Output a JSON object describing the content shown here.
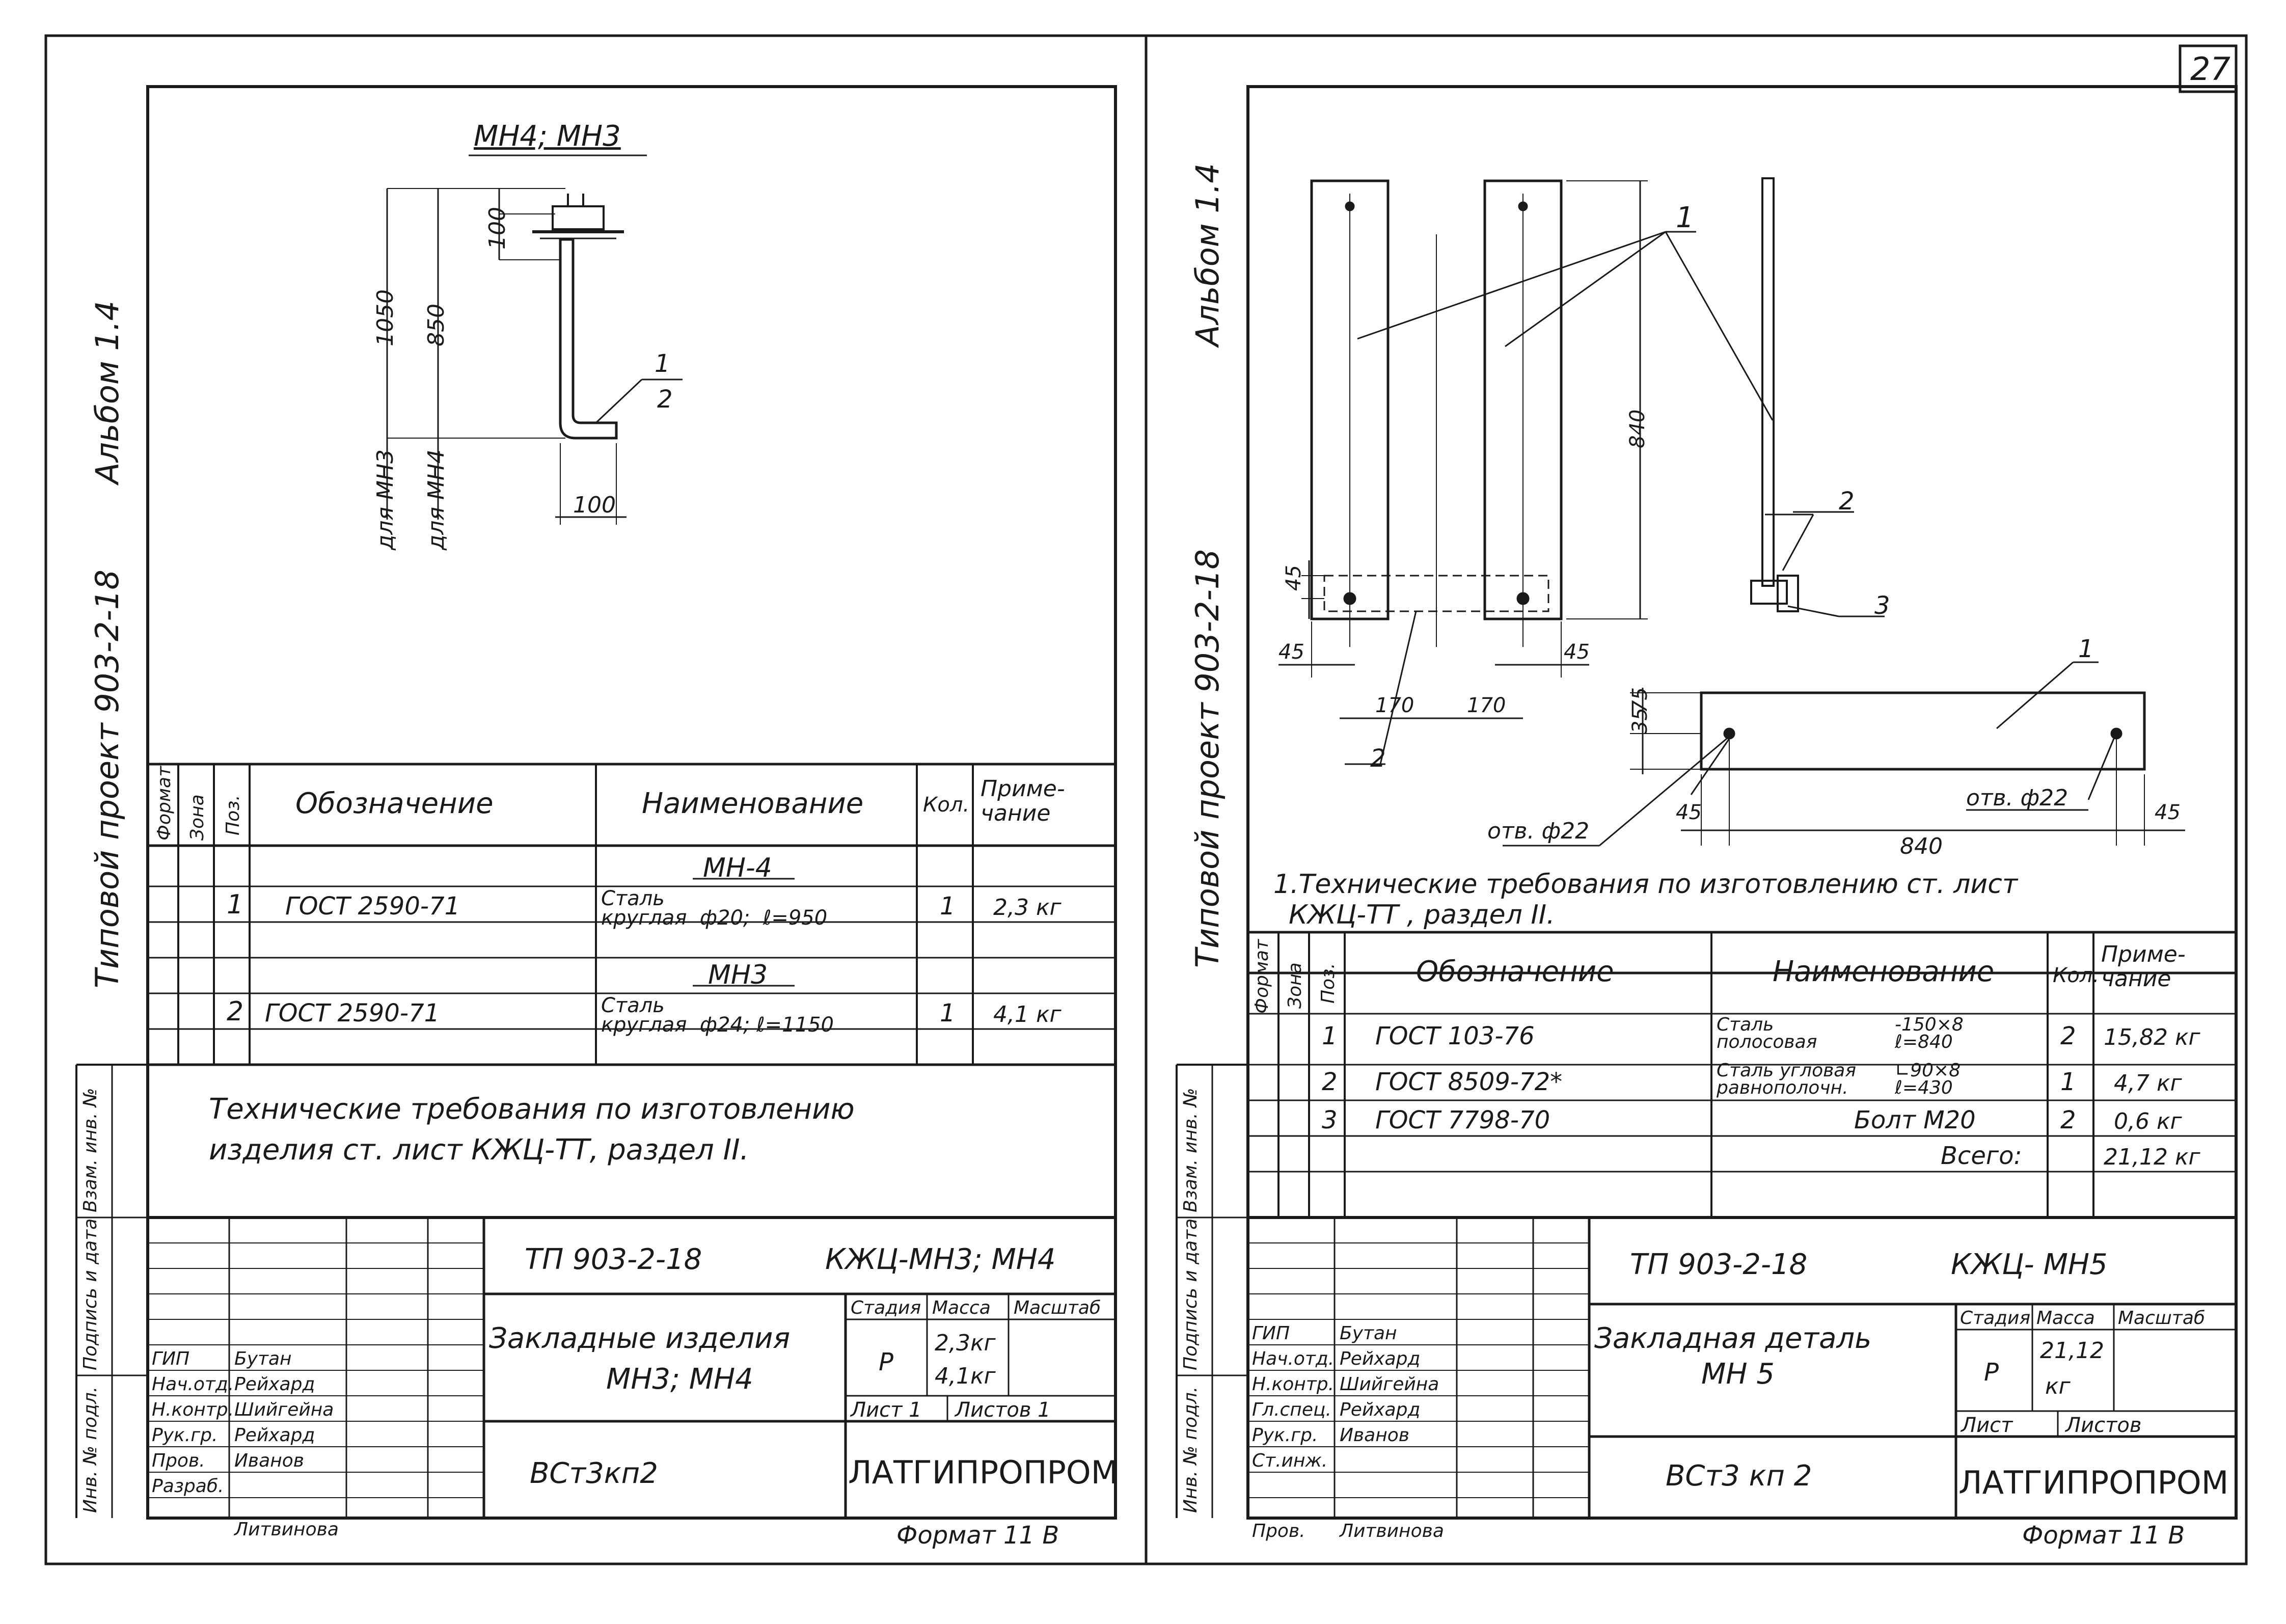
{
  "page_number": "27",
  "left": {
    "album": "Альбом 1.4",
    "project": "Типовой проект 903-2-18",
    "drawing_title": "МН4; МН3",
    "dims": {
      "d1050": "1050",
      "d850": "850",
      "d100_top": "100",
      "d100_bottom": "100",
      "for_mn3": "для МН3",
      "for_mn4": "для МН4"
    },
    "callout": {
      "pos": "1",
      "sub": "2"
    },
    "table_headers": {
      "format": "Формат",
      "zone": "Зона",
      "pos": "Поз.",
      "designation": "Обозначение",
      "name": "Наименование",
      "qty": "Кол.",
      "note": "Приме-\nчание"
    },
    "rows": [
      {
        "name": "МН-4"
      },
      {
        "pos": "1",
        "designation": "ГОСТ 2590-71",
        "name": "Сталь\nкруглая  ф20;  ℓ=950",
        "qty": "1",
        "note": "2,3 кг"
      },
      {
        "name": "МН3"
      },
      {
        "pos": "2",
        "designation": "ГОСТ 2590-71",
        "name": "Сталь\nкруглая  ф24; ℓ=1150",
        "qty": "1",
        "note": "4,1 кг"
      }
    ],
    "tech_req_line1": "Технические  требования  по изготовлению",
    "tech_req_line2": "изделия  ст. лист   КЖЦ-ТТ, раздел  II.",
    "stamp": {
      "code": "ТП 903-2-18",
      "sheet_code": "КЖЦ-МН3; МН4",
      "title_line1": "Закладные  изделия",
      "title_line2": "МН3; МН4",
      "stage_h": "Стадия",
      "mass_h": "Масса",
      "scale_h": "Масштаб",
      "stage": "Р",
      "mass1": "2,3кг",
      "mass2": "4,1кг",
      "sheet": "Лист 1",
      "sheets": "Листов 1",
      "material": "ВСт3кп2",
      "org": "ЛАТГИПРОПРОМ",
      "roles": [
        "ГИП",
        "Нач.отд.",
        "Н.контр.",
        "Рук.гр.",
        "Пров.",
        "Разраб."
      ],
      "names": [
        "Бутан",
        "Рейхард",
        "Шийгейна",
        "Рейхард",
        "Иванов",
        "Литвинова"
      ]
    },
    "format": "Формат  11 В",
    "side_labels": [
      "Инв. № подл.",
      "Подпись и дата",
      "Взам. инв. №"
    ]
  },
  "right": {
    "album": "Альбом 1.4",
    "project": "Типовой проект 903-2-18",
    "dims": {
      "d840v": "840",
      "d45a": "45",
      "d45b": "45",
      "d45c": "45",
      "d170a": "170",
      "d170b": "170",
      "d840h": "840",
      "d45d": "45",
      "d45e": "45",
      "d35": "35",
      "d75": "75"
    },
    "callouts": {
      "c1": "1",
      "c2": "2",
      "c3": "3",
      "c1b": "1",
      "c2b": "2"
    },
    "hole_left": "отв. ф22",
    "hole_right": "отв. ф22",
    "note": "1.Технические  требования  по изготовлению   ст. лист",
    "note2": "КЖЦ-ТТ   , раздел  II.",
    "table_headers": {
      "format": "Формат",
      "zone": "Зона",
      "pos": "Поз.",
      "designation": "Обозначение",
      "name": "Наименование",
      "qty": "Кол.",
      "note": "Приме-\nчание"
    },
    "rows": [
      {
        "pos": "1",
        "designation": "ГОСТ  103-76",
        "name_a": "Сталь\nполосовая",
        "name_b": "-150×8\nℓ=840",
        "qty": "2",
        "note": "15,82 кг"
      },
      {
        "pos": "2",
        "designation": "ГОСТ  8509-72*",
        "name_a": "Сталь угловая\nравнополочн.",
        "name_b": "∟90×8\nℓ=430",
        "qty": "1",
        "note": "4,7 кг"
      },
      {
        "pos": "3",
        "designation": "ГОСТ  7798-70",
        "name_a": "Болт  М20",
        "name_b": "",
        "qty": "2",
        "note": "0,6 кг"
      },
      {
        "pos": "",
        "designation": "",
        "name_a": "Всего:",
        "name_b": "",
        "qty": "",
        "note": "21,12 кг"
      }
    ],
    "stamp": {
      "code": "ТП 903-2-18",
      "sheet_code": "КЖЦ- МН5",
      "title_line1": "Закладная  деталь",
      "title_line2": "МН 5",
      "stage_h": "Стадия",
      "mass_h": "Масса",
      "scale_h": "Масштаб",
      "stage": "Р",
      "mass1": "21,12",
      "mass2": "кг",
      "sheet": "Лист",
      "sheets": "Листов",
      "material": "ВСт3 кп 2",
      "org": "ЛАТГИПРОПРОМ",
      "roles": [
        "ГИП",
        "Нач.отд.",
        "Н.контр.",
        "Гл.спец.",
        "Рук.гр.",
        "Ст.инж.",
        "Пров."
      ],
      "names": [
        "Бутан",
        "Рейхард",
        "Шийгейна",
        "Рейхард",
        "Иванов",
        "",
        "Литвинова"
      ]
    },
    "format": "Формат  11 В",
    "side_labels": [
      "Инв. № подл.",
      "Подпись и дата",
      "Взам. инв. №"
    ]
  }
}
